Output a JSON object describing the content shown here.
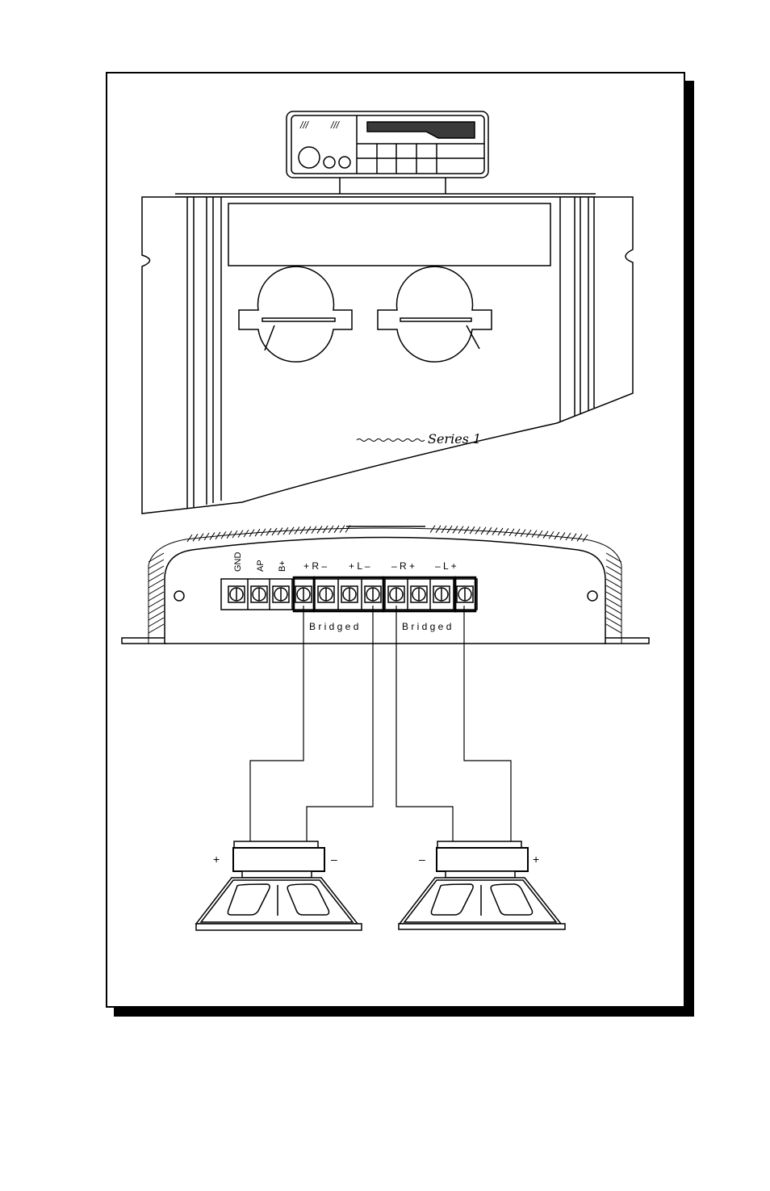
{
  "head_unit": {
    "decal_marks": [
      "///",
      "///"
    ]
  },
  "amplifier_front": {
    "brand_mark": "Series 1"
  },
  "terminals": {
    "power_labels": [
      "GND",
      "AP",
      "B+"
    ],
    "channel_labels": [
      "+ R –",
      "+ L –",
      "– R +",
      "– L +"
    ],
    "bridged_left": "B r i d g e d",
    "bridged_right": "B r i d g e d"
  },
  "speakers": {
    "left": {
      "plus": "+",
      "minus": "–"
    },
    "right": {
      "minus": "–",
      "plus": "+"
    }
  }
}
